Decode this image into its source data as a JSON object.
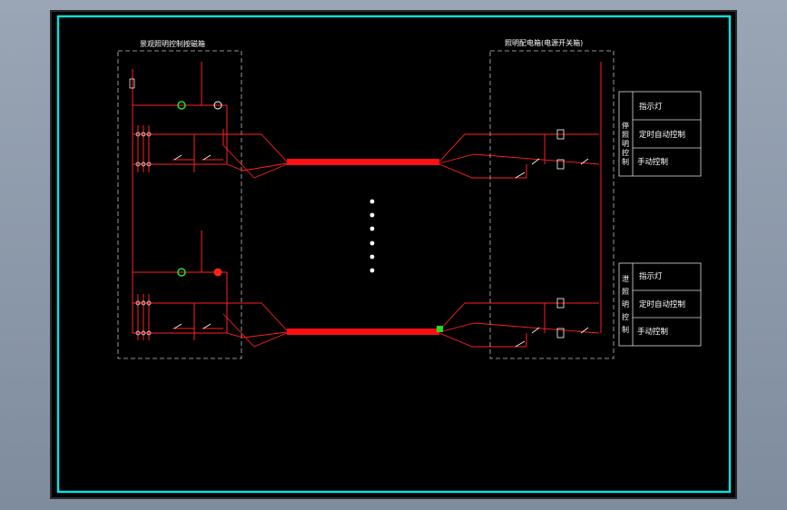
{
  "left_panel": {
    "title": "景观照明控制按磁箱"
  },
  "right_panel": {
    "title": "照明配电箱(电源开关箱)"
  },
  "upper_group": {
    "vertical_label": [
      "停",
      "照",
      "明",
      "控",
      "制"
    ],
    "rows": [
      "指示灯",
      "定时自动控制",
      "手动控制"
    ]
  },
  "lower_group": {
    "vertical_label": [
      "泄",
      "照",
      "明",
      "控",
      "制"
    ],
    "rows": [
      "指示灯",
      "定时自动控制",
      "手动控制"
    ]
  },
  "colors": {
    "background": "#000000",
    "frame": "#00e5e5",
    "wire": "#ff2020",
    "cable": "#ff1010",
    "lamp_green": "#22dd22",
    "lamp_red": "#ff2020",
    "annotation": "#ffffff"
  },
  "continuation_dots": 6
}
